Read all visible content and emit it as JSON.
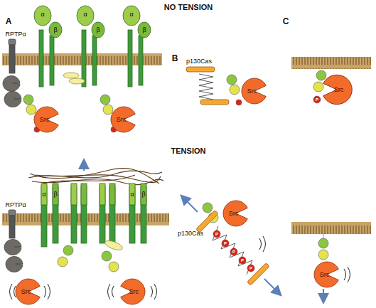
{
  "diagram": {
    "nodes": [
      {
        "text": [
          "Src"
        ]
      },
      {
        "text": [
          "Src"
        ]
      },
      {
        "text": [
          "Src"
        ]
      },
      {
        "text": [
          "Src"
        ]
      },
      {
        "text": [
          "Src"
        ]
      },
      {
        "text": [
          "Src"
        ]
      },
      {
        "text": [
          "Src"
        ]
      },
      {
        "text": [
          "Src"
        ]
      }
    ],
    "labels": [
      "NO TENSION",
      "A",
      "B",
      "C",
      "RPTPα",
      "α",
      "β",
      "α",
      "β",
      "α",
      "β",
      "p130Cas",
      "P",
      "TENSION",
      "RPTPα",
      "α",
      "β",
      "α",
      "β",
      "p130Cas",
      "P",
      "P",
      "P",
      "P",
      "P"
    ]
  }
}
